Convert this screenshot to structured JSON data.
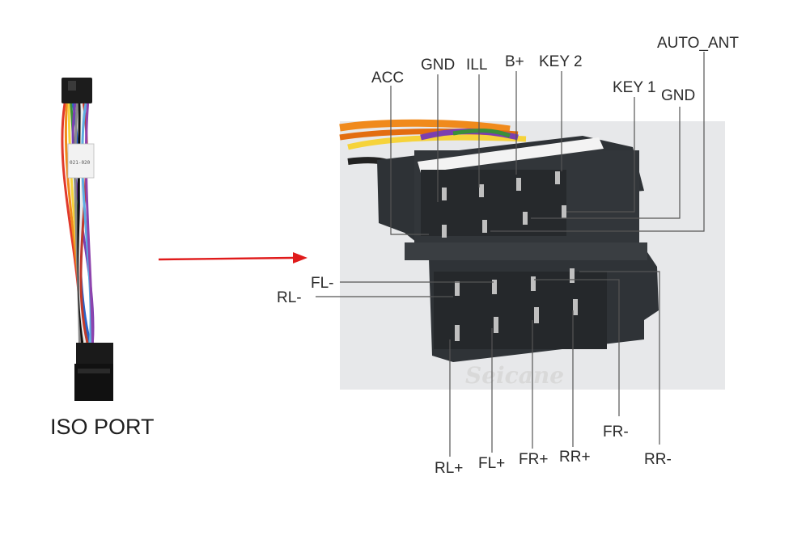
{
  "iso_port": {
    "title": "ISO PORT"
  },
  "watermark": "Seicane",
  "pin_labels": {
    "acc": "ACC",
    "gnd_top": "GND",
    "ill": "ILL",
    "b_plus": "B+",
    "key2": "KEY 2",
    "auto_ant": "AUTO_ANT",
    "key1": "KEY 1",
    "gnd_right": "GND",
    "fl_minus": "FL-",
    "rl_minus": "RL-",
    "rl_plus": "RL+",
    "fl_plus": "FL+",
    "fr_plus": "FR+",
    "rr_plus": "RR+",
    "fr_minus": "FR-",
    "rr_minus": "RR-"
  },
  "colors": {
    "arrow": "#e01b1b",
    "connector": "#2e3236",
    "photo_bg": "#e7e8ea",
    "leader_line": "#555555"
  },
  "wire_colors": [
    "#e0392b",
    "#f08a1c",
    "#f6d33b",
    "#3a8f3a",
    "#2a62c9",
    "#7b3fb0",
    "#888888",
    "#111111",
    "#ffffff",
    "#c0392b",
    "#5dade2",
    "#8e44ad"
  ]
}
